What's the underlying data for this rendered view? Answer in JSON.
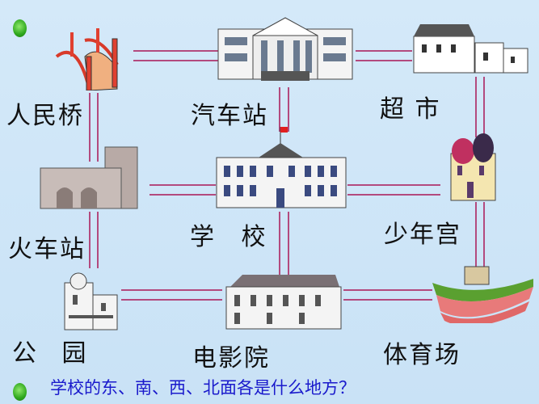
{
  "places": {
    "bridge": "人民桥",
    "bus_station": "汽车站",
    "supermarket": "超 市",
    "train_station": "火车站",
    "school": "学 校",
    "youth_palace": "少年宫",
    "park": "公 园",
    "cinema": "电影院",
    "stadium": "体育场"
  },
  "question": "学校的东、南、西、北面各是什么地方？",
  "colors": {
    "road": "#b34a7e",
    "question": "#1a1acc",
    "background": "#cde4f7"
  }
}
